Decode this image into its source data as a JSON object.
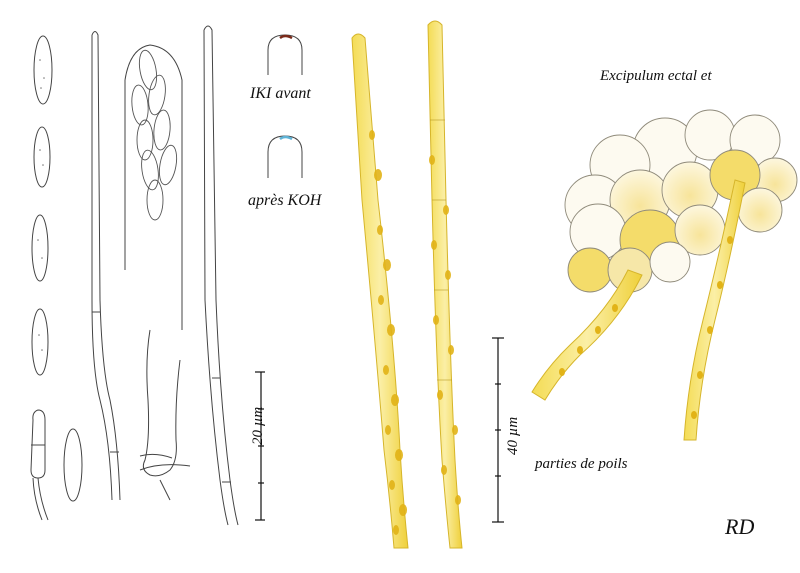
{
  "labels": {
    "iki_avant": "IKI avant",
    "apres_koh": "après KOH",
    "excipulum": "Excipulum ectal et",
    "parties_poils": "parties de poils",
    "signature": "RD"
  },
  "scale_bars": {
    "small": "20 µm",
    "large": "40 µm"
  },
  "colors": {
    "ink": "#3a3a3a",
    "hair_yellow": "#f1d23a",
    "hair_light": "#f7e98a",
    "granule": "#e2b317",
    "iki_tip": "#7a2a1a",
    "koh_tip": "#5fb3d6",
    "cell_fill": "#f6e7a8"
  }
}
